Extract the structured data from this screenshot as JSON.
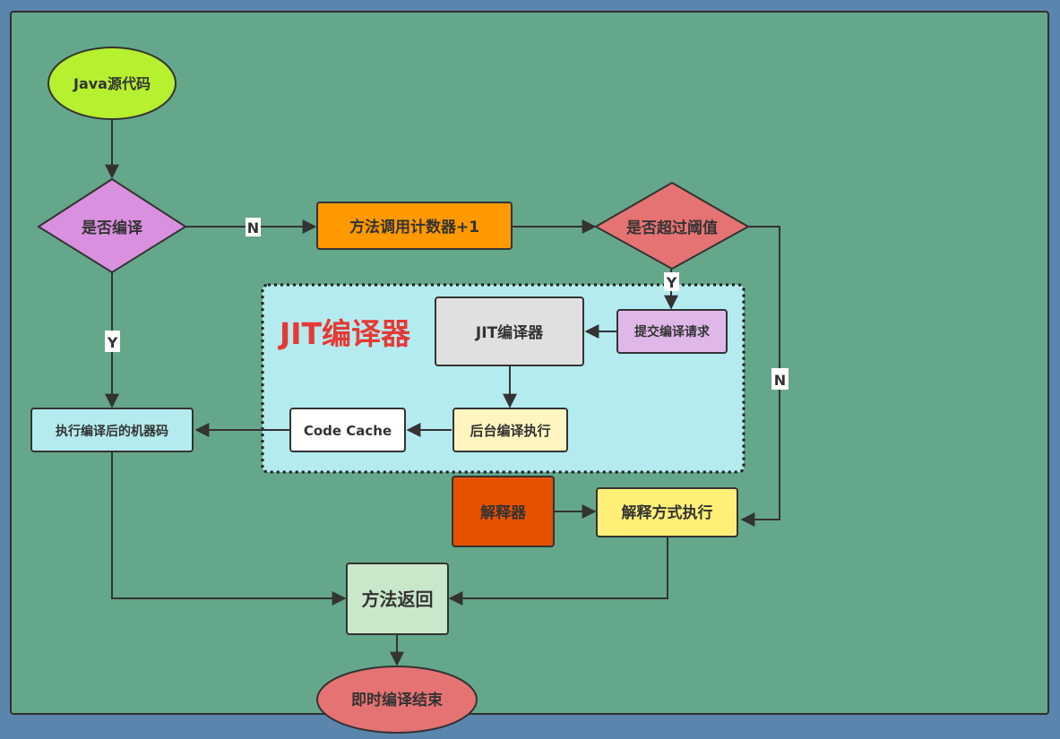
{
  "nodes": {
    "java_source": "Java源代码",
    "compile_decision": "是否编译",
    "method_counter": "方法调用计数器+1",
    "threshold_decision": "是否超过阈值",
    "jit_region_title": "JIT编译器",
    "jit_compiler": "JIT编译器",
    "submit_request": "提交编译请求",
    "background_compile": "后台编译执行",
    "code_cache": "Code Cache",
    "exec_machine_code": "执行编译后的机器码",
    "interpreter": "解释器",
    "interpret_exec": "解释方式执行",
    "method_return": "方法返回",
    "end": "即时编译结束"
  },
  "edge_labels": {
    "compile_no": "N",
    "compile_yes": "Y",
    "threshold_yes": "Y",
    "threshold_no": "N"
  },
  "colors": {
    "canvas": "#65a78a",
    "outer": "#5a85ad",
    "java_source": "#b6f02e",
    "decision": "#d990de",
    "counter": "#ff9900",
    "threshold": "#e57373",
    "jit_region": "#b4ebef",
    "jit_compiler": "#e0e0e0",
    "submit": "#e0b8e8",
    "light_yellow": "#fff5c0",
    "white": "#ffffff",
    "exec_machine": "#b4ebef",
    "interpreter": "#e65100",
    "interpret_exec": "#ffef77",
    "method_return": "#c9e8c9",
    "end": "#e57373",
    "jit_title": "#e53935"
  }
}
